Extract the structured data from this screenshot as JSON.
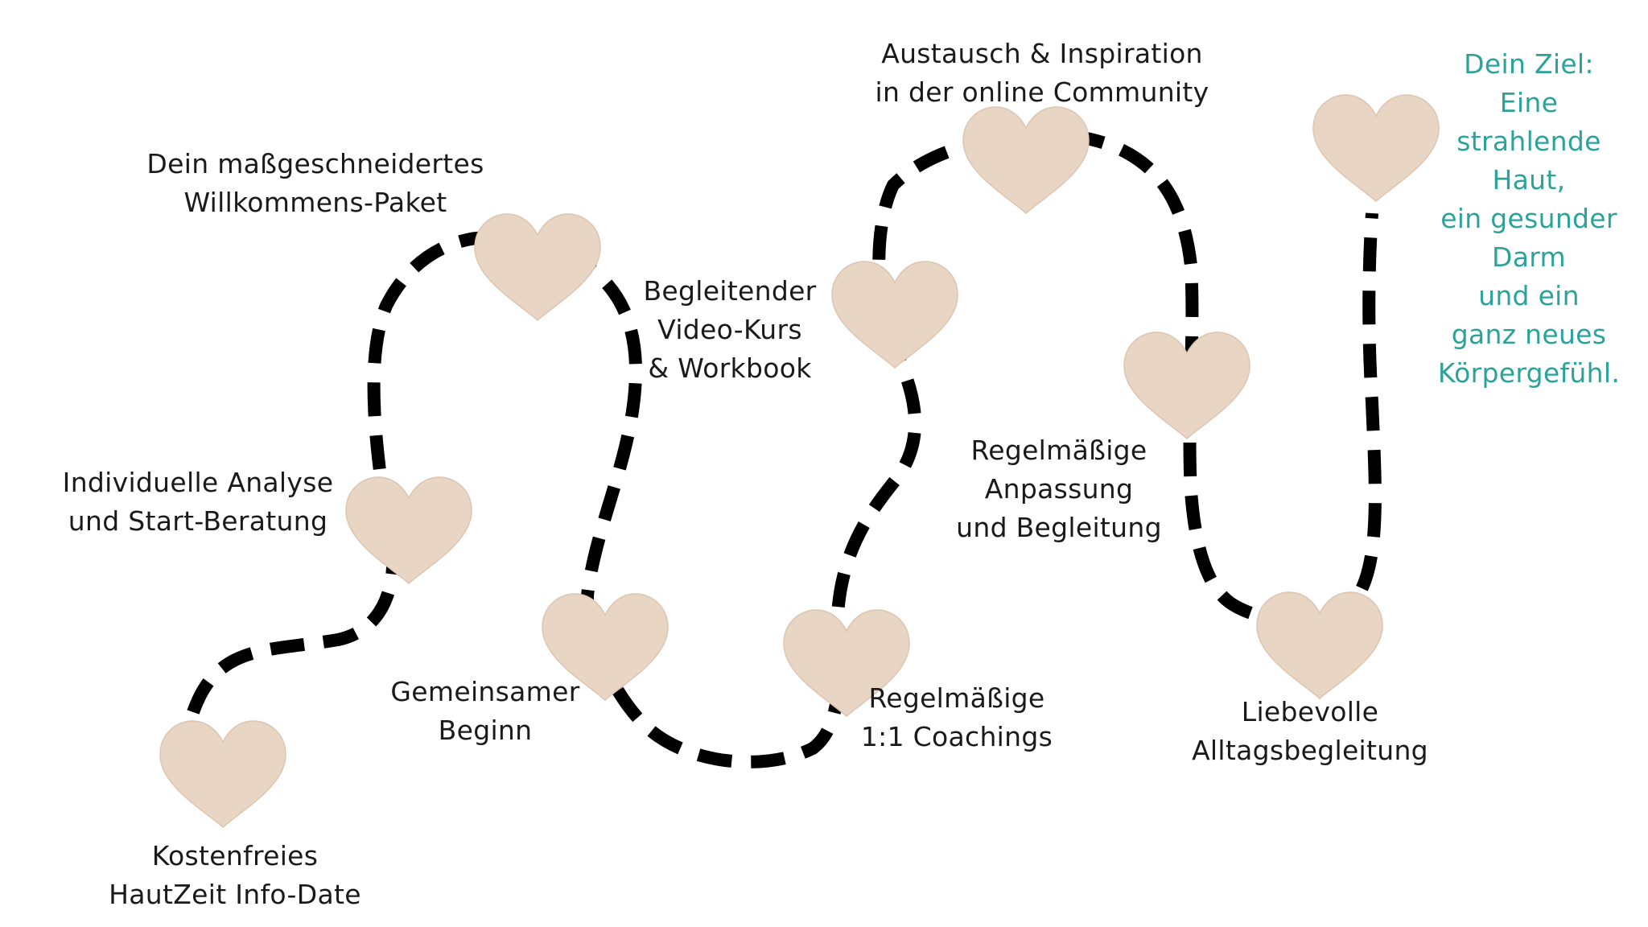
{
  "colors": {
    "path": "#000000",
    "heart": "#e8d5c4",
    "text": "#1a1a1a",
    "goal_text": "#2ba39a"
  },
  "steps": [
    {
      "lines": [
        "Kostenfreies",
        "HautZeit Info-Date"
      ]
    },
    {
      "lines": [
        "Individuelle Analyse",
        "und Start-Beratung"
      ]
    },
    {
      "lines": [
        "Dein maßgeschneidertes",
        "Willkommens-Paket"
      ]
    },
    {
      "lines": [
        "Gemeinsamer",
        "Beginn"
      ]
    },
    {
      "lines": [
        "Begleitender",
        "Video-Kurs",
        "& Workbook"
      ]
    },
    {
      "lines": [
        "Regelmäßige",
        "1:1 Coachings"
      ]
    },
    {
      "lines": [
        "Austausch & Inspiration",
        "in der online Community"
      ]
    },
    {
      "lines": [
        "Regelmäßige",
        "Anpassung",
        "und Begleitung"
      ]
    },
    {
      "lines": [
        "Liebevolle",
        "Alltagsbegleitung"
      ]
    }
  ],
  "goal": {
    "lines": [
      "Dein Ziel:",
      "Eine",
      "strahlende",
      "Haut,",
      "ein gesunder",
      "Darm",
      "und ein",
      "ganz neues",
      "Körpergefühl."
    ]
  }
}
